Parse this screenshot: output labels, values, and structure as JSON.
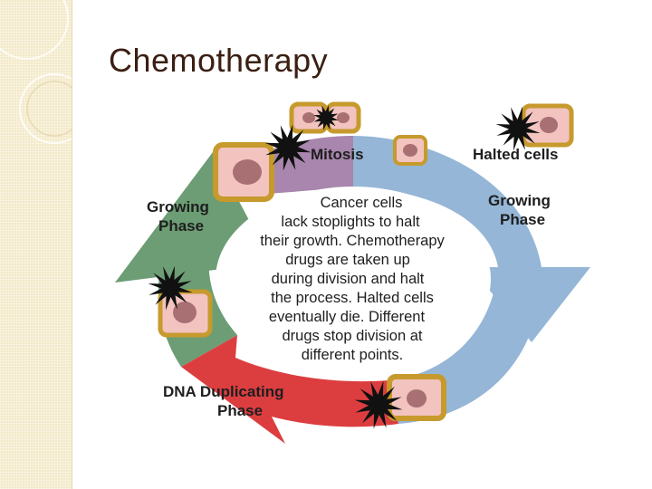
{
  "slide": {
    "title": "Chemotherapy"
  },
  "diagram": {
    "phases": {
      "mitosis": "Mitosis",
      "halted_cells": "Halted cells",
      "growing_phase_left": [
        "Growing",
        "Phase"
      ],
      "growing_phase_right": [
        "Growing",
        "Phase"
      ],
      "dna_duplicating": [
        "DNA Duplicating",
        "Phase"
      ]
    },
    "center_text": [
      "Cancer cells",
      "lack stoplights to halt",
      "their growth. Chemotherapy",
      "drugs are taken up",
      "during division and halt",
      "the process. Halted cells",
      "eventually die. Different",
      "drugs stop division at",
      "different points."
    ],
    "colors": {
      "growing_right_arrow": "#95b6d6",
      "dna_arrow": "#dc3e40",
      "growing_left_arrow": "#6c9d74",
      "mitosis_segment": "#a886ad",
      "cell_fill": "#f3c3c0",
      "cell_border": "#c69a2c",
      "nucleus": "#a87073",
      "burst": "#111111"
    }
  }
}
